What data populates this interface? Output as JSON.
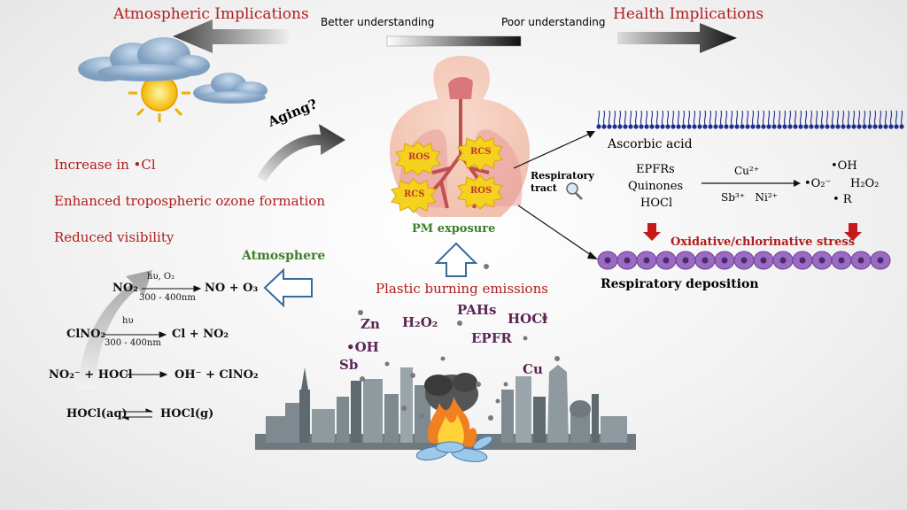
{
  "header": {
    "left_title": "Atmospheric Implications",
    "right_title": "Health Implications",
    "scale_left": "Better understanding",
    "scale_right": "Poor understanding"
  },
  "atmospheric_effects": {
    "aging_label": "Aging?",
    "items": [
      "Increase in •Cl",
      "Enhanced tropospheric ozone formation",
      "Reduced visibility"
    ]
  },
  "atmosphere_box": {
    "label": "Atmosphere",
    "reactions": [
      {
        "lhs": "NO₂",
        "condition_top": "hυ, O₂",
        "condition_bottom": "300 - 400nm",
        "rhs": "NO + O₃"
      },
      {
        "lhs": "ClNO₂",
        "condition_top": "hυ",
        "condition_bottom": "300 - 400nm",
        "rhs": "Cl + NO₂"
      },
      {
        "lhs": "NO₂⁻ + HOCl",
        "condition_top": "",
        "condition_bottom": "",
        "rhs": "OH⁻ + ClNO₂"
      },
      {
        "lhs": "HOCl(aq)",
        "condition_top": "",
        "condition_bottom": "",
        "rhs": "HOCl(g)"
      }
    ]
  },
  "lungs": {
    "ros_badges": [
      "ROS",
      "RCS",
      "RCS",
      "ROS"
    ],
    "respiratory_tract": "Respiratory tract",
    "pm_exposure": "PM exposure"
  },
  "emissions": {
    "title": "Plastic burning emissions",
    "species": [
      "Zn",
      "H₂O₂",
      "PAHs",
      "HOCl",
      "•OH",
      "EPFR",
      "Sb",
      "Cu"
    ]
  },
  "health": {
    "ascorbic_acid": "Ascorbic acid",
    "reactants": [
      "EPFRs",
      "Quinones",
      "HOCl"
    ],
    "catalyst_top": "Cu²⁺",
    "catalyst_bottom": "Sb³⁺   Ni²⁺",
    "products": [
      "•OH",
      "•O₂⁻",
      "H₂O₂",
      "• R"
    ],
    "stress": "Oxidative/chlorinative stress",
    "deposition": "Respiratory deposition"
  },
  "colors": {
    "title_red": "#b0201f",
    "purple": "#5b2556",
    "green": "#3f7f2a",
    "cell_purple": "#9b6bc4",
    "ros_yellow": "#f5d21f"
  }
}
